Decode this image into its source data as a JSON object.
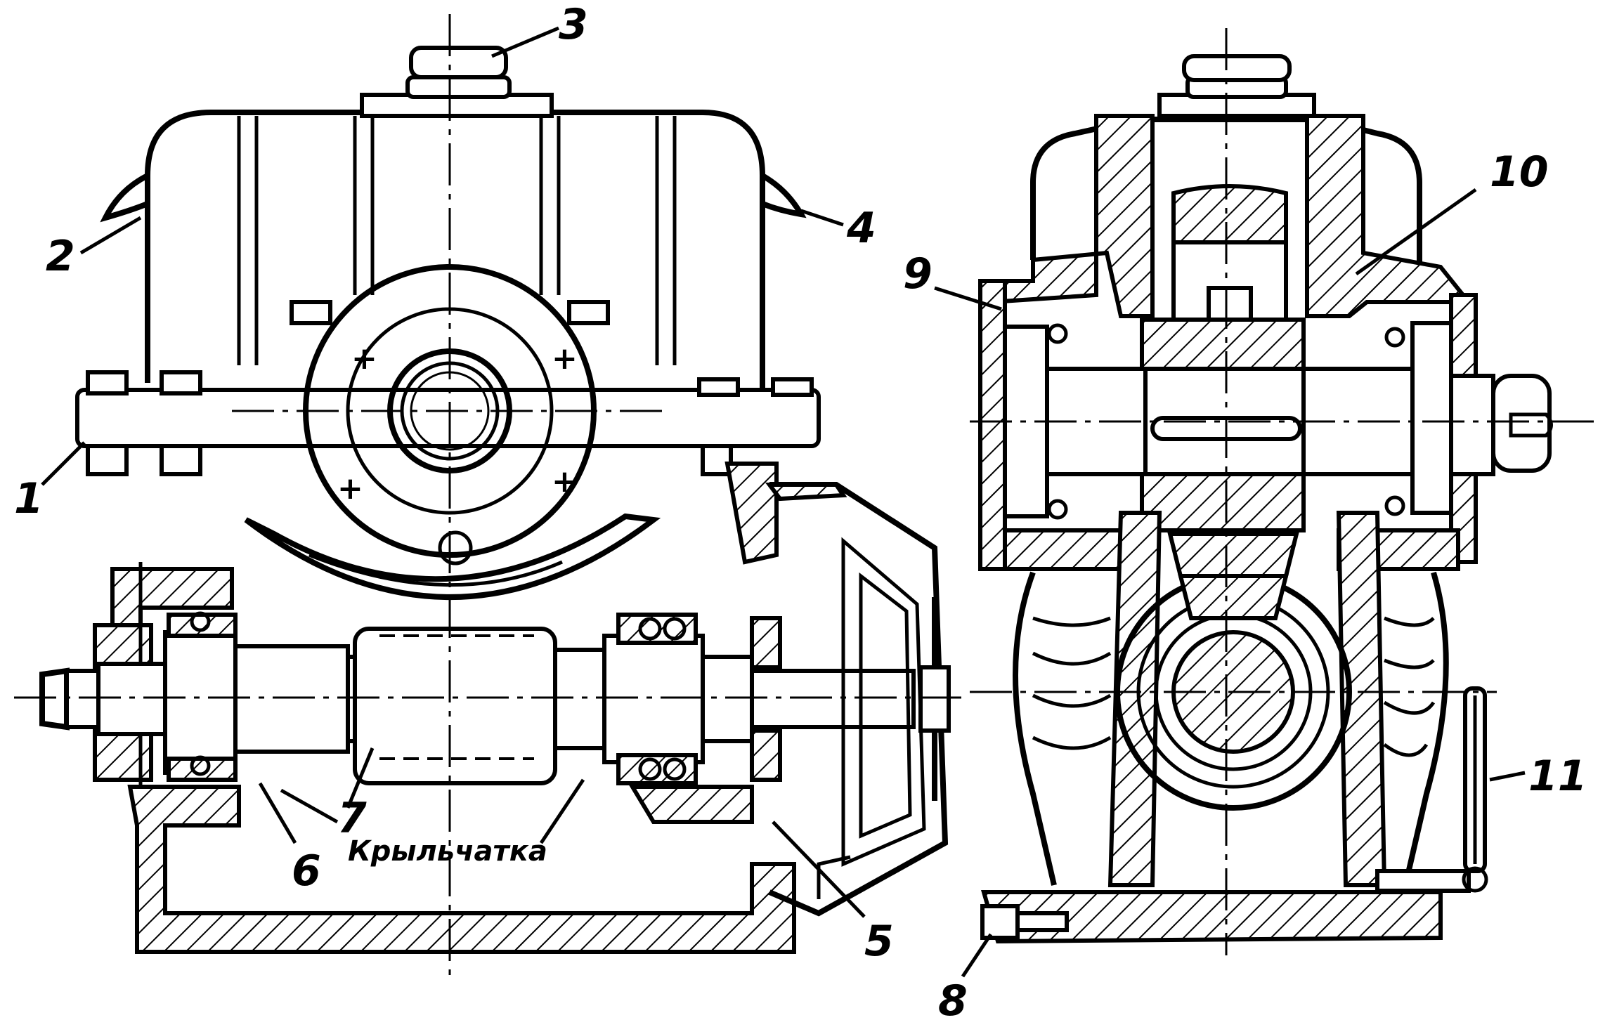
{
  "callouts": [
    {
      "id": "1",
      "label": "1"
    },
    {
      "id": "2",
      "label": "2"
    },
    {
      "id": "3",
      "label": "3"
    },
    {
      "id": "4",
      "label": "4"
    },
    {
      "id": "5",
      "label": "5"
    },
    {
      "id": "6",
      "label": "6"
    },
    {
      "id": "7",
      "label": "7"
    },
    {
      "id": "8",
      "label": "8"
    },
    {
      "id": "9",
      "label": "9"
    },
    {
      "id": "10",
      "label": "10"
    },
    {
      "id": "11",
      "label": "11"
    }
  ],
  "annotation": "Крыльчатка"
}
